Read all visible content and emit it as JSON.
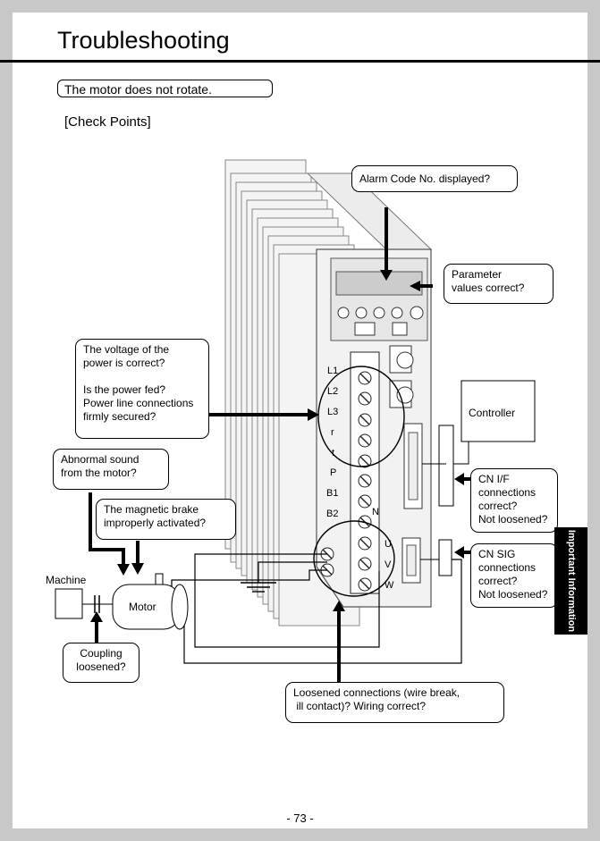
{
  "header": {
    "title": "Troubleshooting"
  },
  "symptom": "The motor does not rotate.",
  "check_points_label": "[Check Points]",
  "callouts": {
    "alarm": "Alarm Code No. displayed?",
    "parameter": [
      "Parameter",
      "values correct?"
    ],
    "voltage": [
      "The voltage of the",
      "power is correct?",
      "",
      "Is the power fed?",
      "Power line connections",
      "firmly secured?"
    ],
    "abnormal_sound": [
      "Abnormal sound",
      "from the motor?"
    ],
    "brake": [
      "The magnetic brake",
      "improperly activated?"
    ],
    "cn_if": [
      "CN I/F",
      "connections",
      "correct?",
      "Not loosened?"
    ],
    "cn_sig": [
      "CN SIG",
      "connections",
      "correct?",
      "Not loosened?"
    ],
    "coupling": [
      "Coupling",
      "loosened?"
    ],
    "loosened": [
      "Loosened connections (wire break,",
      " ill contact)? Wiring correct?"
    ]
  },
  "labels": {
    "controller": "Controller",
    "machine": "Machine",
    "motor": "Motor"
  },
  "terminals": {
    "left": [
      "L1",
      "L2",
      "L3",
      "r",
      "t",
      "P",
      "B1",
      "B2"
    ],
    "left_extra": "N",
    "right": [
      "U",
      "V",
      "W"
    ]
  },
  "side_tab": "Important Information",
  "footer": {
    "page_number": "- 73 -"
  }
}
